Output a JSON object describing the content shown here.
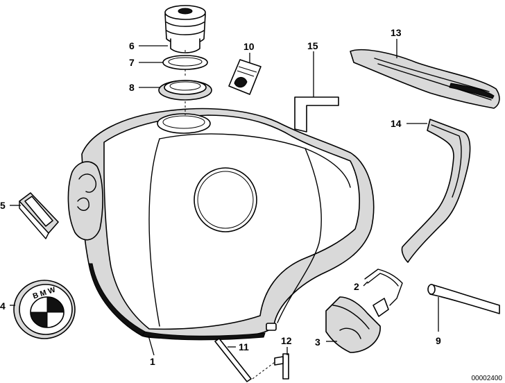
{
  "diagram": {
    "labels": [
      "1",
      "2",
      "3",
      "4",
      "5",
      "6",
      "7",
      "8",
      "9",
      "10",
      "11",
      "12",
      "13",
      "14",
      "15"
    ],
    "emblem_text": "BMW",
    "reference_number": "00002400"
  }
}
